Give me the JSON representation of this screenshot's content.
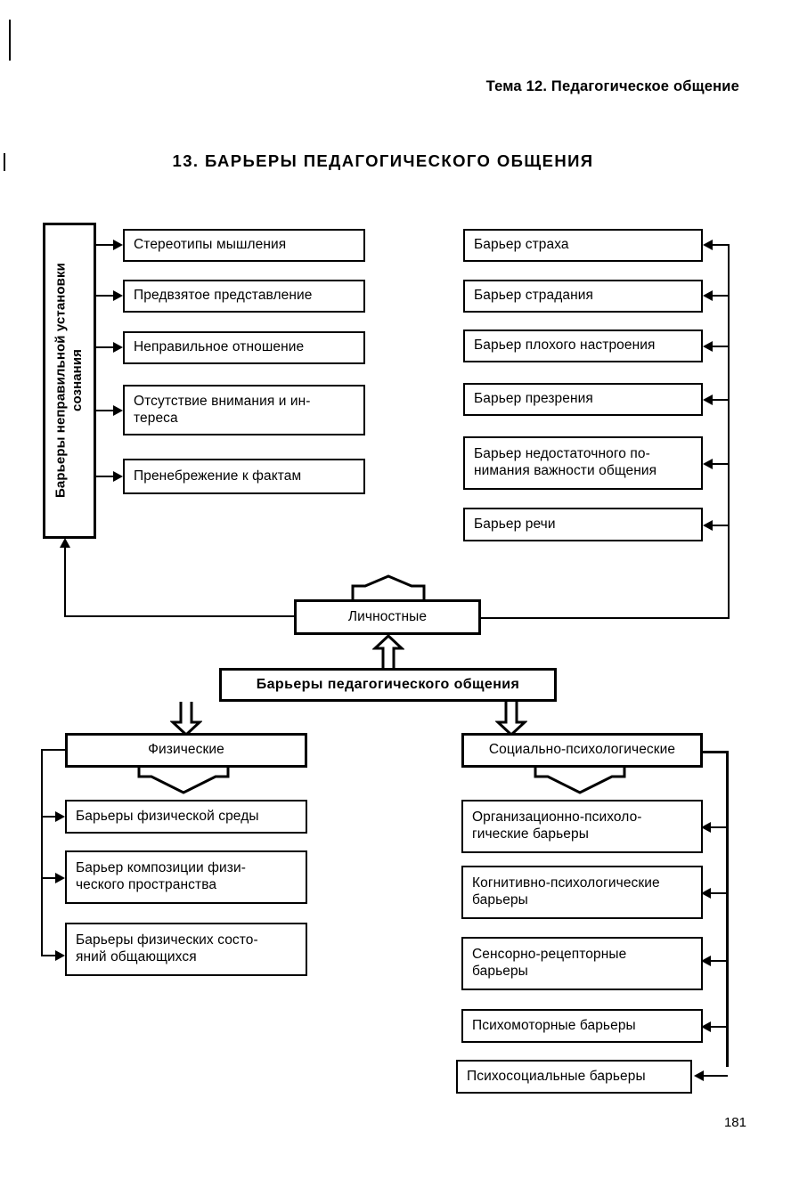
{
  "page": {
    "running_head": "Тема 12. Педагогическое общение",
    "title": "13. БАРЬЕРЫ ПЕДАГОГИЧЕСКОГО ОБЩЕНИЯ",
    "page_number": "181"
  },
  "diagram": {
    "root": "Барьеры педагогического общения",
    "categories": {
      "personal": "Личностные",
      "physical": "Физические",
      "socio_psych": "Социально-психологические"
    },
    "wrong_attitude_group": {
      "label": "Барьеры неправильной установки сознания",
      "items": [
        "Стереотипы  мышления",
        "Предвзятое представление",
        "Неправильное отношение",
        "Отсутствие внимания и ин-\nтереса",
        "Пренебрежение к фактам"
      ]
    },
    "personal_barriers": [
      "Барьер страха",
      "Барьер страдания",
      "Барьер плохого настроения",
      "Барьер презрения",
      "Барьер недостаточного по-\nнимания важности общения",
      "Барьер речи"
    ],
    "physical_barriers": [
      "Барьеры физической среды",
      "Барьер композиции физи-\nческого пространства",
      "Барьеры физических состо-\nяний общающихся"
    ],
    "socio_psych_barriers": [
      "Организационно-психоло-\nгические барьеры",
      "Когнитивно-психологические\nбарьеры",
      "Сенсорно-рецепторные\nбарьеры",
      "Психомоторные барьеры",
      "Психосоциальные барьеры"
    ]
  },
  "colors": {
    "ink": "#000000",
    "paper": "#ffffff"
  }
}
